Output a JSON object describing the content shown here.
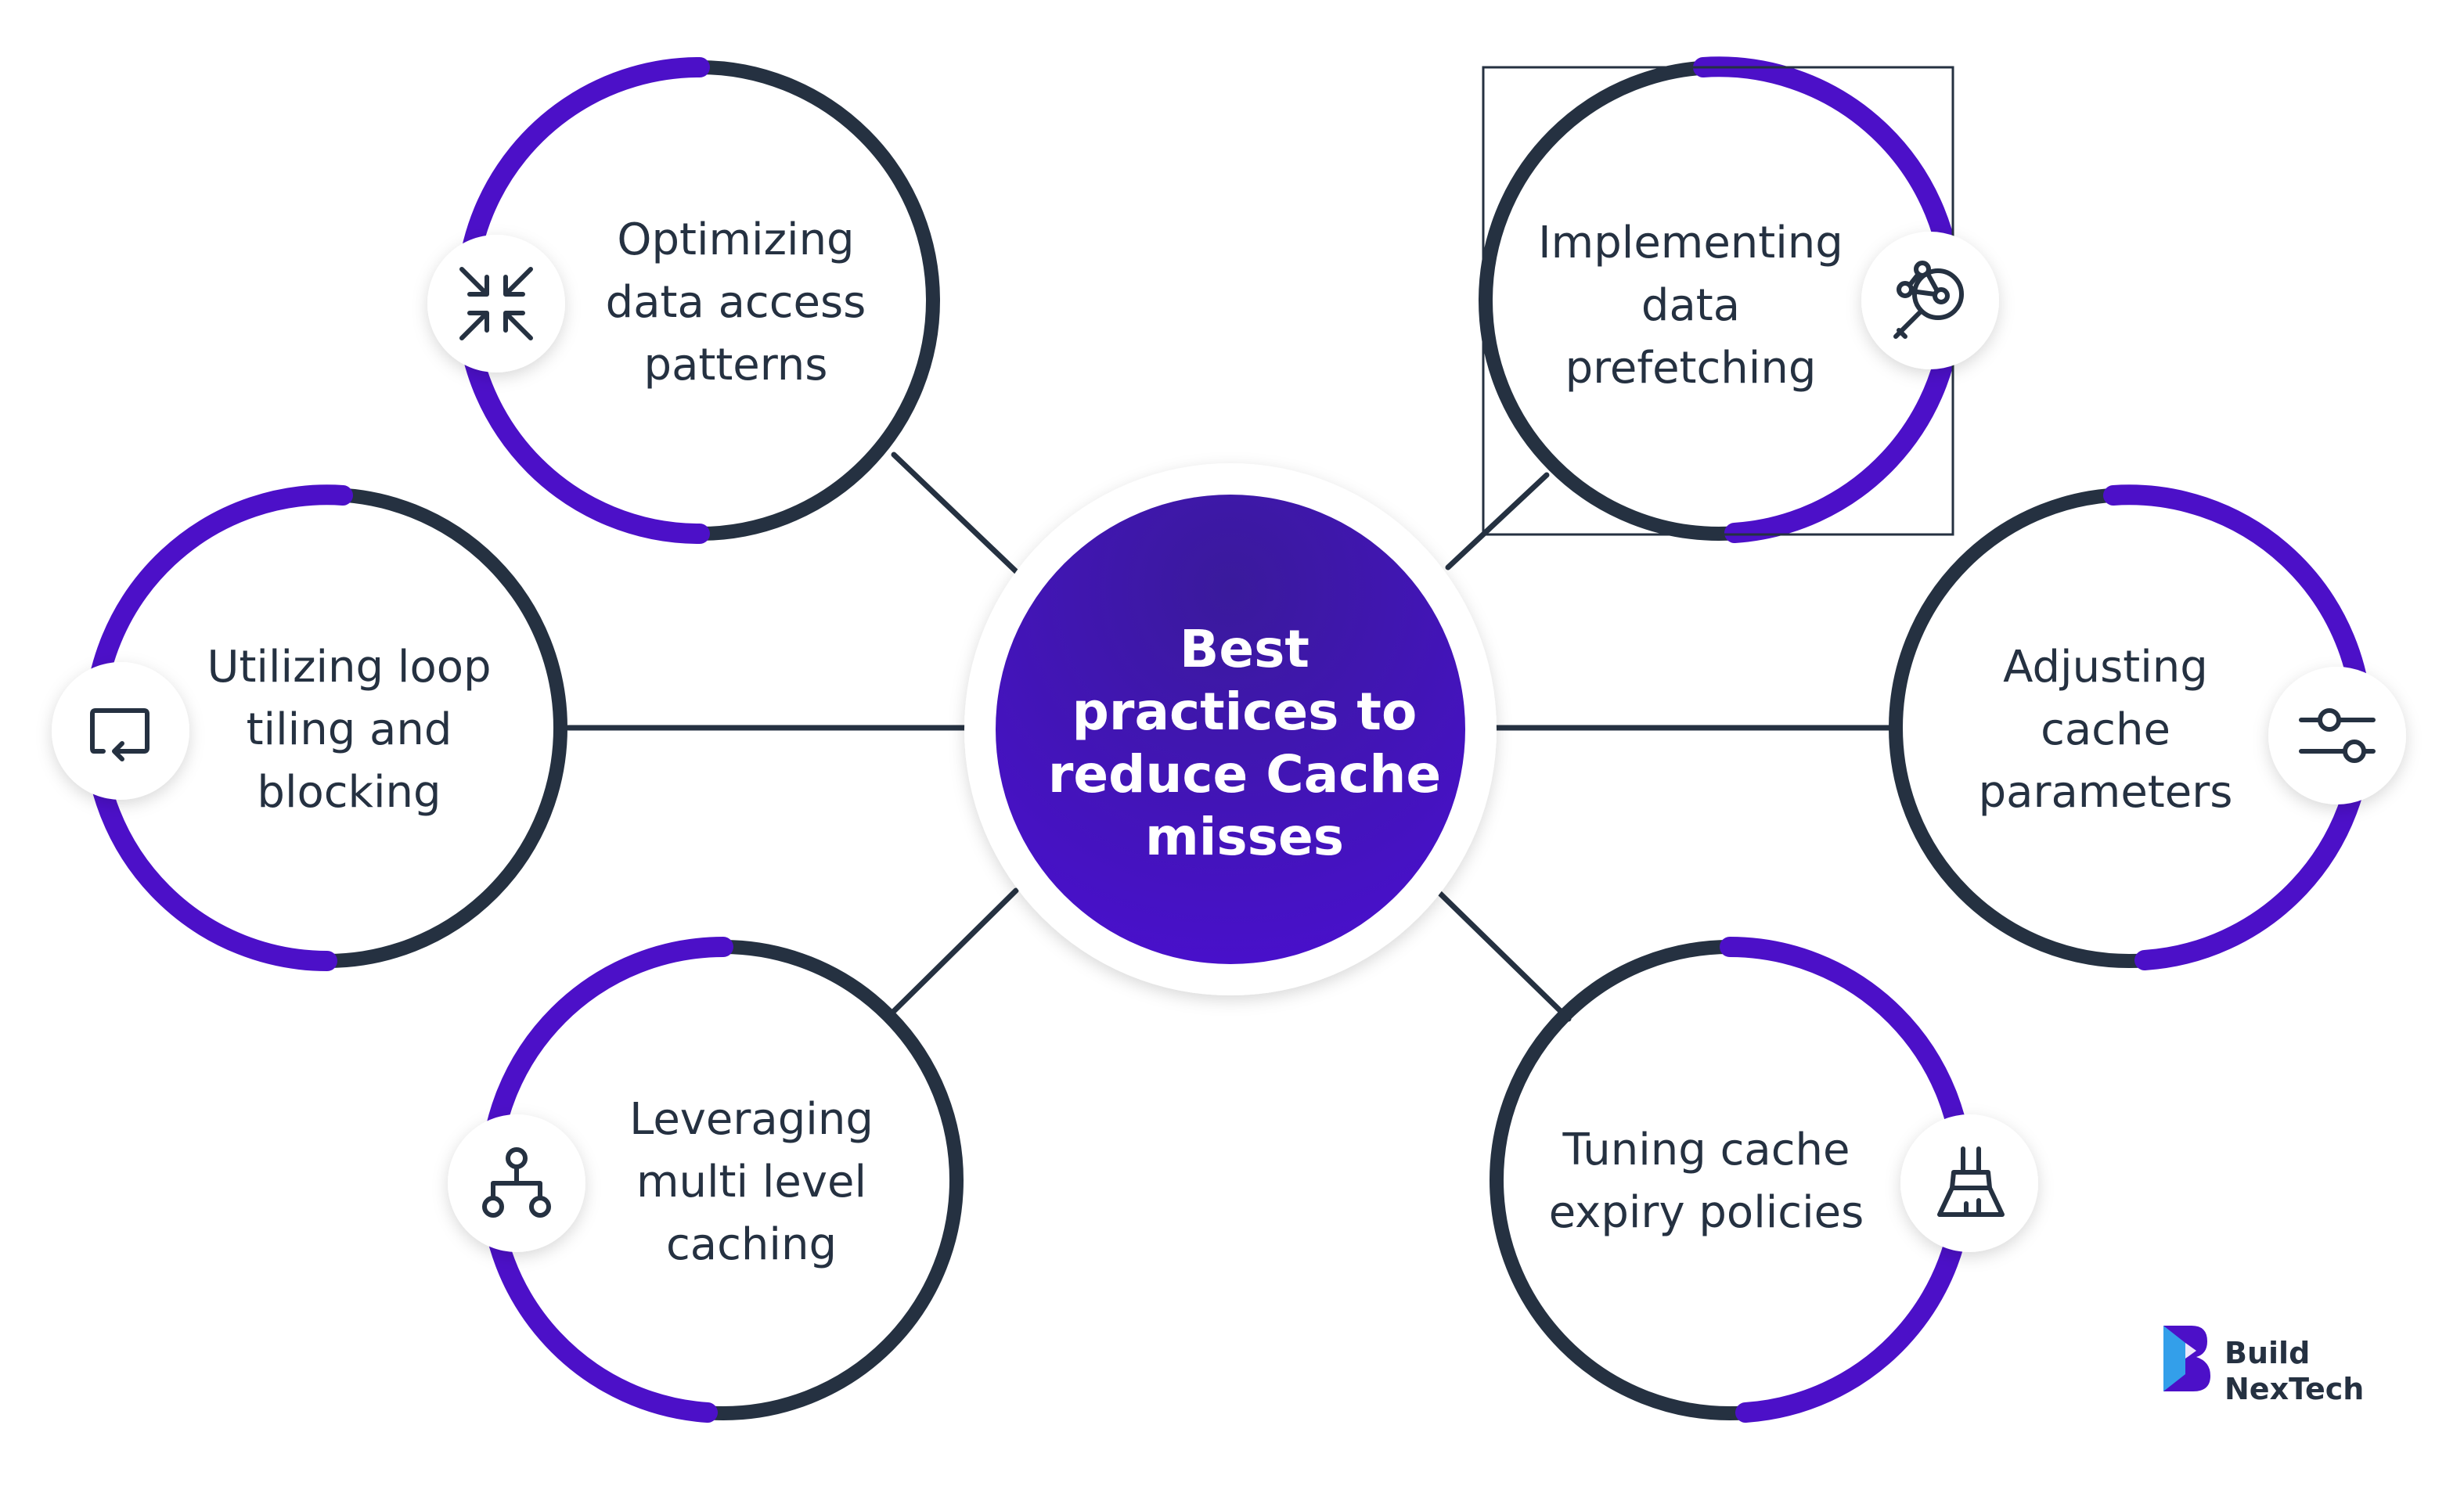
{
  "center": {
    "line1": "Best",
    "line2": "practices to",
    "line3": "reduce Cache",
    "line4": "misses"
  },
  "nodes": {
    "optimizing": {
      "line1": "Optimizing",
      "line2": "data access",
      "line3": "patterns",
      "icon": "compress-arrows-icon"
    },
    "prefetching": {
      "line1": "Implementing",
      "line2": "data",
      "line3": "prefetching",
      "icon": "search-network-icon"
    },
    "loop_tiling": {
      "line1": "Utilizing loop",
      "line2": "tiling and",
      "line3": "blocking",
      "icon": "loop-return-icon"
    },
    "adjusting": {
      "line1": "Adjusting",
      "line2": "cache",
      "line3": "parameters",
      "icon": "sliders-icon"
    },
    "multilevel": {
      "line1": "Leveraging",
      "line2": "multi level",
      "line3": "caching",
      "icon": "hierarchy-icon"
    },
    "expiry": {
      "line1": "Tuning cache",
      "line2": "expiry policies",
      "icon": "broom-icon"
    }
  },
  "logo": {
    "line1": "Build",
    "line2": "NexTech"
  },
  "colors": {
    "purple": "#4C10C8",
    "dark": "#253141",
    "white": "#FFFFFF"
  }
}
